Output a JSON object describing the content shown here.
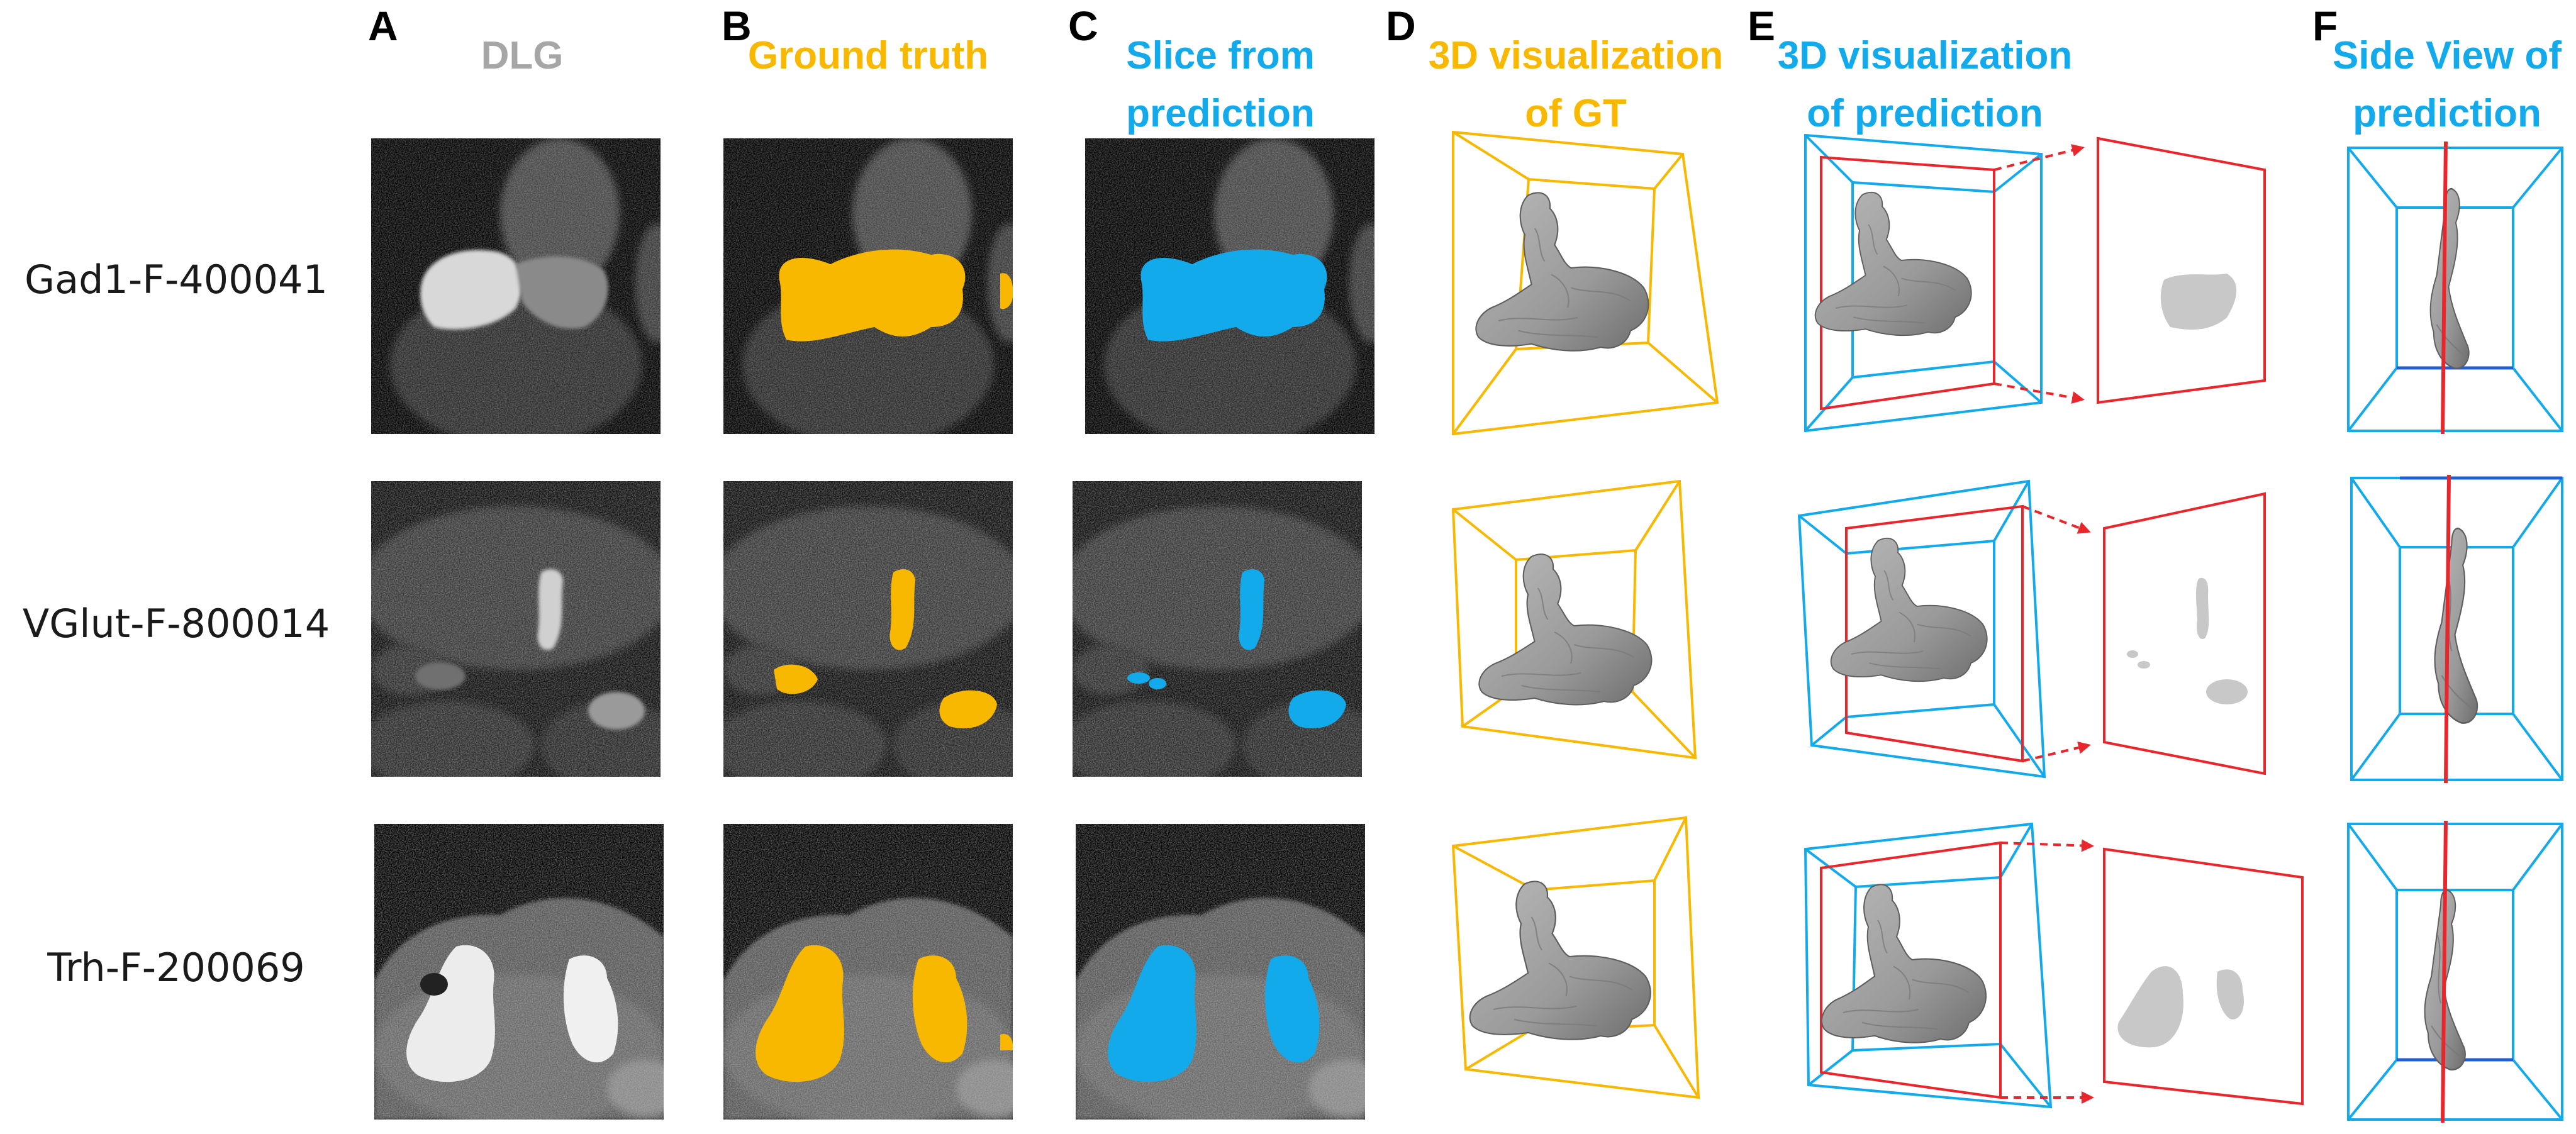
{
  "colors": {
    "gt": "#f8b800",
    "prediction": "#13aaec",
    "slice_plane": "#e8262c",
    "dlg_title": "#a6a6a6",
    "mesh": "#a3a3a3",
    "mesh_dark": "#7d7d7d"
  },
  "panels": {
    "A": {
      "letter": "A",
      "title": "DLG"
    },
    "B": {
      "letter": "B",
      "title": "Ground truth"
    },
    "C": {
      "letter": "C",
      "title_line1": "Slice from",
      "title_line2": "prediction"
    },
    "D": {
      "letter": "D",
      "title_line1": "3D visualization",
      "title_line2": "of GT"
    },
    "E": {
      "letter": "E",
      "title_line1": "3D visualization",
      "title_line2": "of prediction"
    },
    "F": {
      "letter": "F",
      "title_line1": "Side View of",
      "title_line2": "prediction"
    }
  },
  "rows": [
    {
      "label": "Gad1-F-400041"
    },
    {
      "label": "VGlut-F-800014"
    },
    {
      "label": "Trh-F-200069"
    }
  ]
}
